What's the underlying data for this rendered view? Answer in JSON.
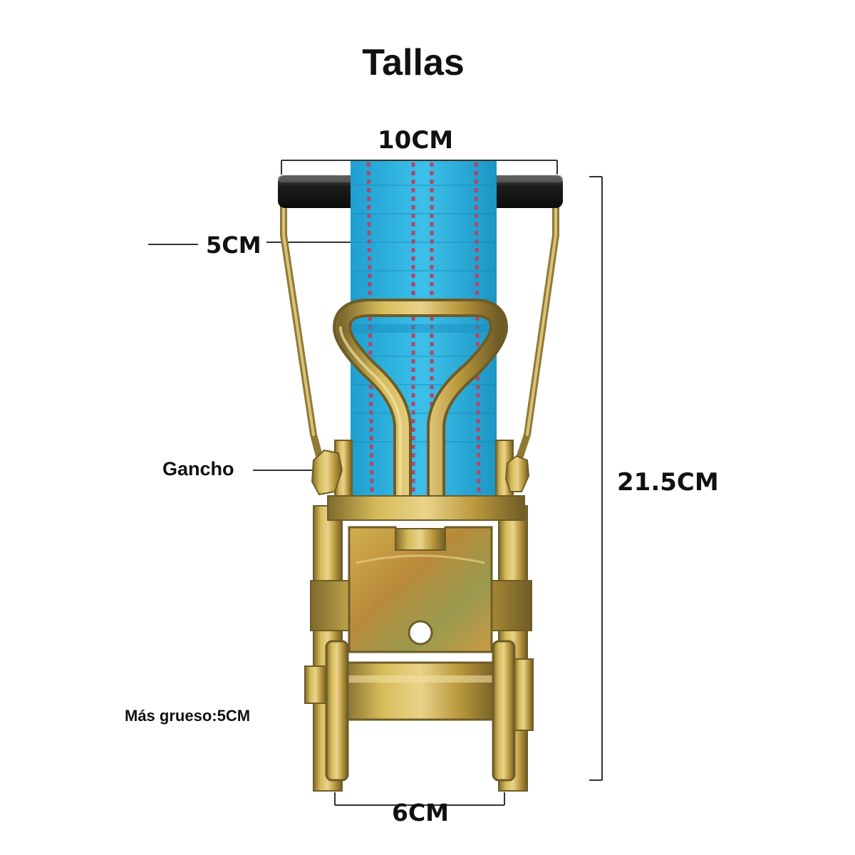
{
  "title": "Tallas",
  "dimensions": {
    "width_top": "10CM",
    "strap_width": "5CM",
    "height": "21.5CM",
    "width_bottom": "6CM"
  },
  "labels": {
    "hook": "Gancho",
    "thickness": "Más grueso:5CM"
  },
  "colors": {
    "strap": "#2fb4e0",
    "strap_stripe": "#b2466a",
    "metal": "#c7a743",
    "handle_bar": "#1f1f1f"
  }
}
